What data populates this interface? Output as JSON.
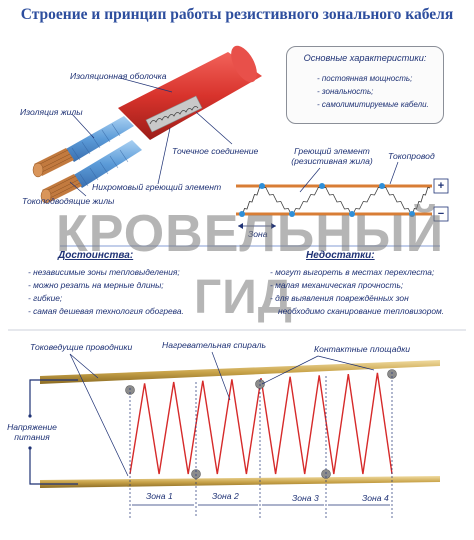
{
  "title": "Строение и принцип работы резистивного зонального кабеля",
  "cable_labels": {
    "insulation_sheath": "Изоляционная оболочка",
    "core_insulation": "Изоляция жилы",
    "point_joint": "Точечное соединение",
    "nichrome_element": "Нихромовый греющий элемент",
    "current_conductors": "Токоподводящие жилы"
  },
  "scheme_labels": {
    "heating_element": "Греющий элемент",
    "heating_element_sub": "(резистивная жила)",
    "conductor": "Токопровод",
    "zone": "Зона",
    "plus": "+",
    "minus": "−"
  },
  "characteristics": {
    "title": "Основные характеристики:",
    "items": [
      "- постоянная мощность;",
      "- зональность;",
      "- самолимитируемые кабели."
    ]
  },
  "advantages": {
    "title": "Достоинства:",
    "items": [
      "- независимые зоны тепловыделения;",
      "- можно резать на мерные длины;",
      "- гибкие;",
      "- самая дешевая технология обогрева."
    ]
  },
  "disadvantages": {
    "title": "Недостатки:",
    "items": [
      "- могут выгореть в местах перехлеста;",
      "- малая механическая прочность;",
      "- для выявления повреждённых зон",
      "необходимо сканирование тепловизором."
    ]
  },
  "watermark": {
    "line1": "КРОВЕЛЬНЫЙ",
    "line2": "ГИД"
  },
  "bottom_labels": {
    "current_wires": "Токоведущие проводники",
    "heating_spiral": "Нагревательная спираль",
    "contact_pads": "Контактные площадки",
    "voltage": "Напряжение",
    "voltage2": "питания",
    "zones": [
      "Зона 1",
      "Зона 2",
      "Зона 3",
      "Зона 4"
    ]
  },
  "colors": {
    "title": "#2d4e9e",
    "text": "#1f3275",
    "cable_red": "#d8332c",
    "wire_blue": "#6aa7de",
    "copper": "#c27a3f",
    "spiral": "#d62a2a",
    "wire_gold": "#c9a44a"
  }
}
